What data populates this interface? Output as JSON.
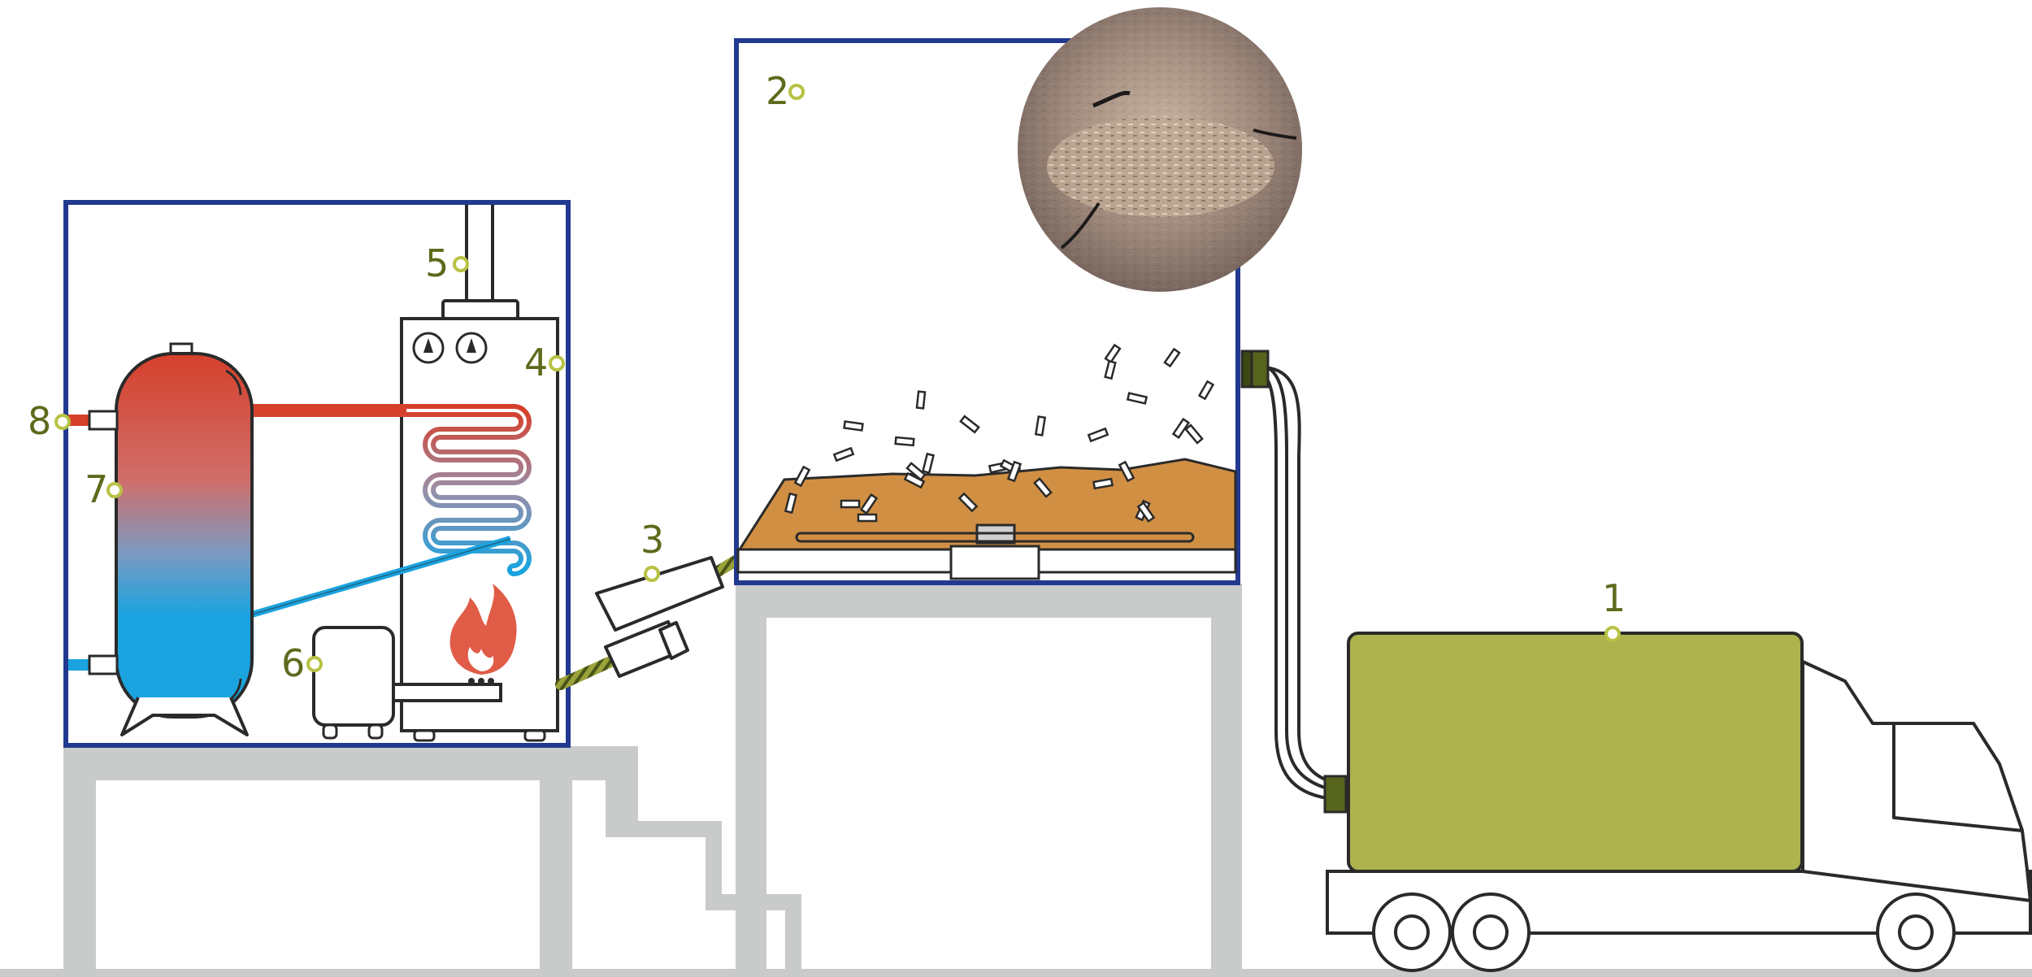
{
  "colors": {
    "frame": "#21398e",
    "structure": "#c9caca",
    "outline": "#2a2a2a",
    "truck_tank": "#adb34d",
    "pellets": "#d18f44",
    "label": "#5c6b1c",
    "marker": "#b8c244",
    "hot": "#d6402b",
    "cold": "#1aa3df",
    "flame": "#e05c47"
  },
  "markers": {
    "m1": "1",
    "m2": "2",
    "m3": "3",
    "m4": "4",
    "m5": "5",
    "m6": "6",
    "m7": "7",
    "m8": "8"
  },
  "icons": [
    "fire-icon",
    "gauge-icon",
    "hose-coupling-icon",
    "truck-wheel-icon"
  ]
}
